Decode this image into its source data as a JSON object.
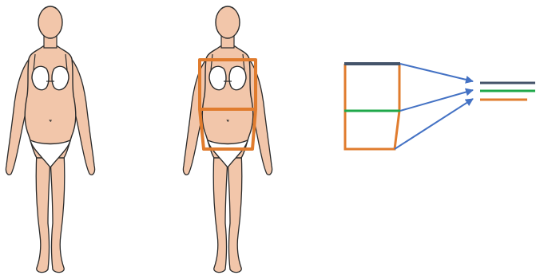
{
  "figures": [
    {
      "name": "figure-plain"
    },
    {
      "name": "figure-with-shape-overlay"
    }
  ],
  "colors": {
    "skin": "#F2C6AA",
    "outline": "#2b2b2b",
    "bra": "#ffffff",
    "overlay": "#E07C2E",
    "shoulder_line": "#44546A",
    "waist_line": "#1FA84A",
    "hip_line": "#E07C2E",
    "arrow": "#4472C4"
  },
  "legend_lines": [
    "shoulder-width",
    "waist-width",
    "hip-width"
  ]
}
